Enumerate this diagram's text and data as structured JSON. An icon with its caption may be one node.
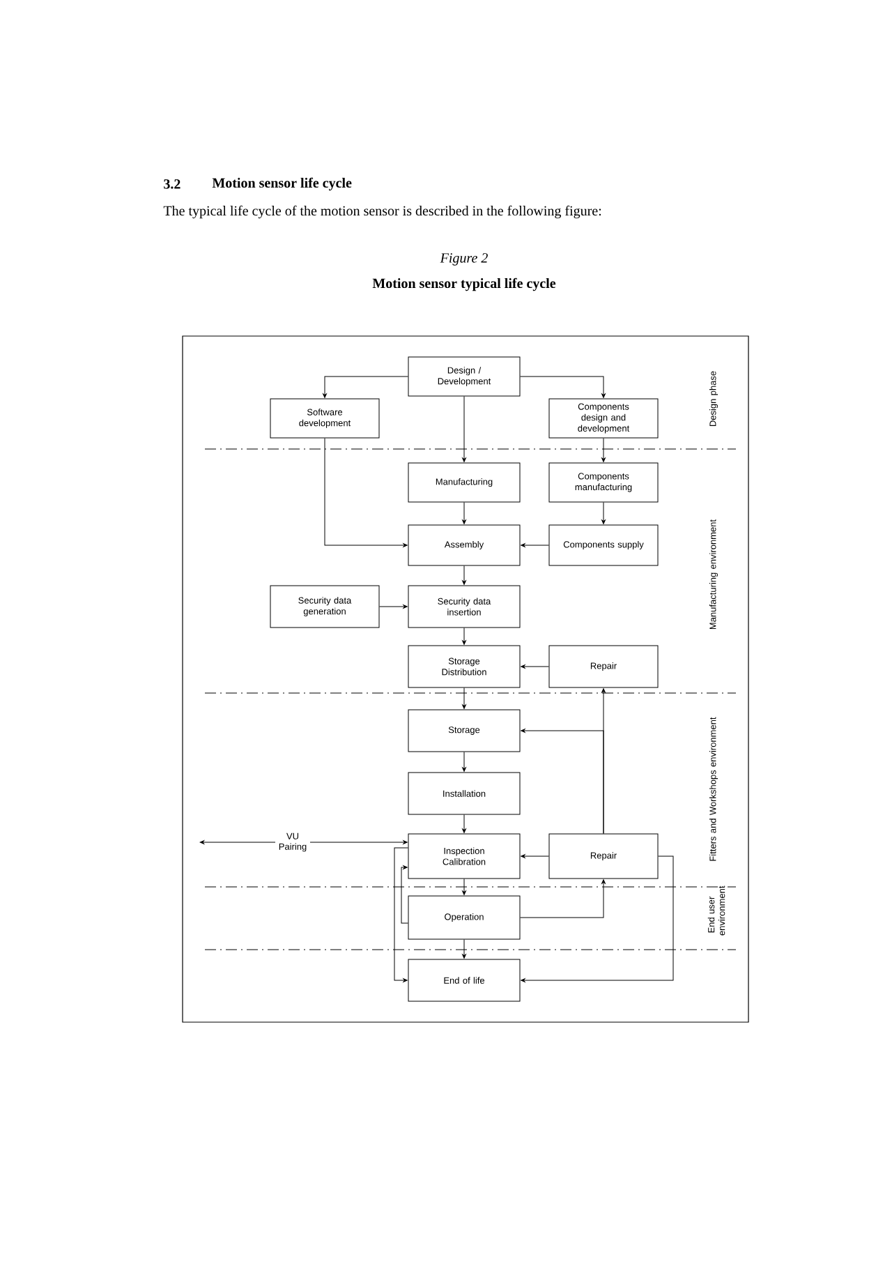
{
  "diagram": {
    "title": "Motion sensor typical life cycle",
    "nodes": [
      {
        "text": [
          "Design / Development"
        ]
      },
      {
        "text": [
          "Software development"
        ]
      },
      {
        "text": [
          "Components design and development"
        ]
      },
      {
        "text": [
          "Manufacturing"
        ]
      },
      {
        "text": [
          "Components manufacturing"
        ]
      },
      {
        "text": [
          "Assembly"
        ]
      },
      {
        "text": [
          "Components supply"
        ]
      },
      {
        "text": [
          "Security data generation"
        ]
      },
      {
        "text": [
          "Security data insertion"
        ]
      },
      {
        "text": [
          "Storage Distribution"
        ]
      },
      {
        "text": [
          "Repair"
        ]
      },
      {
        "text": [
          "Storage"
        ]
      },
      {
        "text": [
          "Installation"
        ]
      },
      {
        "text": [
          "Inspection Calibration"
        ]
      },
      {
        "text": [
          "Repair"
        ]
      },
      {
        "text": [
          "Operation"
        ]
      },
      {
        "text": [
          "End of life"
        ]
      }
    ],
    "edges": [
      {
        "from": 0,
        "to": 1,
        "arrow": "to"
      },
      {
        "from": 0,
        "to": 2,
        "arrow": "to"
      },
      {
        "from": 0,
        "to": 3,
        "arrow": "to"
      },
      {
        "from": 2,
        "to": 4,
        "arrow": "to"
      },
      {
        "from": 1,
        "to": 5,
        "arrow": "to"
      },
      {
        "from": 3,
        "to": 5,
        "arrow": "to"
      },
      {
        "from": 4,
        "to": 6,
        "arrow": "to"
      },
      {
        "from": 6,
        "to": 5,
        "arrow": "to"
      },
      {
        "from": 5,
        "to": 8,
        "arrow": "to"
      },
      {
        "from": 7,
        "to": 8,
        "arrow": "to"
      },
      {
        "from": 8,
        "to": 9,
        "arrow": "to"
      },
      {
        "from": 10,
        "to": 9,
        "arrow": "to"
      },
      {
        "from": 9,
        "to": 11,
        "arrow": "to"
      },
      {
        "from": 14,
        "to": 10,
        "arrow": "to"
      },
      {
        "from": 14,
        "to": 11,
        "arrow": "to"
      },
      {
        "from": 11,
        "to": 12,
        "arrow": "to"
      },
      {
        "from": 12,
        "to": 13,
        "arrow": "to"
      },
      {
        "from": null,
        "to": 13,
        "arrow": "both",
        "label": "VU Pairing"
      },
      {
        "from": 14,
        "to": 13,
        "arrow": "to"
      },
      {
        "from": 13,
        "to": 15,
        "arrow": "to"
      },
      {
        "from": 15,
        "to": 14,
        "arrow": "to"
      },
      {
        "from": 15,
        "to": 13,
        "arrow": "to"
      },
      {
        "from": 13,
        "to": 16,
        "arrow": "to"
      },
      {
        "from": 15,
        "to": 16,
        "arrow": "to"
      },
      {
        "from": 14,
        "to": 16,
        "arrow": "to"
      }
    ],
    "labels": [
      "3.2",
      "Motion sensor life cycle",
      "The typical life cycle of the motion sensor is described in the following figure:",
      "Figure 2",
      "Design phase",
      "Manufacturing environment",
      "Fitters and Workshops environment",
      "End user environment"
    ]
  }
}
